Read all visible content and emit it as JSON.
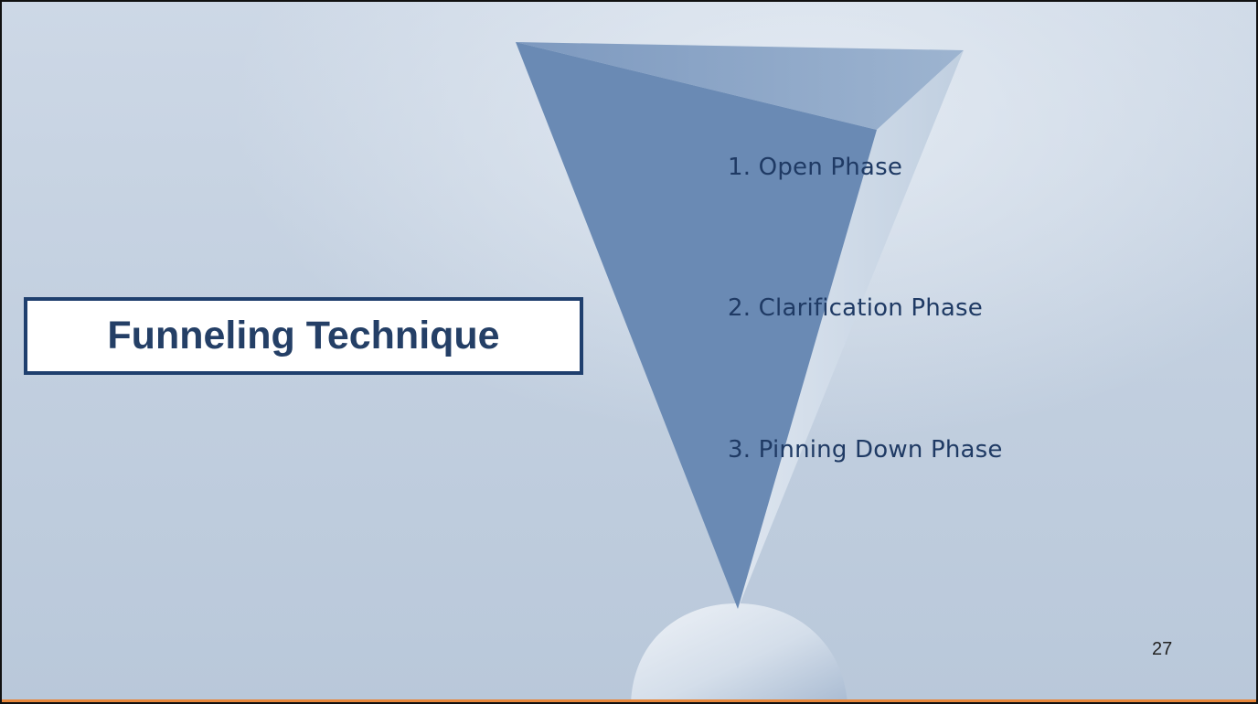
{
  "slide": {
    "title": "Funneling Technique",
    "phases": [
      "1. Open Phase",
      "2. Clarification Phase",
      "3. Pinning Down Phase"
    ],
    "page_number": "27"
  },
  "colors": {
    "background": "#c5d2e2",
    "funnel_front": "#6a8ab4",
    "funnel_back": "#8aa5c4",
    "title_border": "#1f3f6e",
    "title_text": "#243f66",
    "phase_text": "#1f3a64",
    "accent_rule": "#e8873a"
  }
}
